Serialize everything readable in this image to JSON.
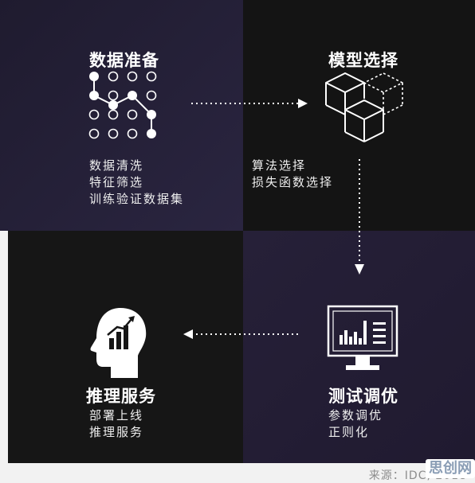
{
  "steps": {
    "data_prep": {
      "title": "数据准备",
      "lines": [
        "数据清洗",
        "特征筛选",
        "训练验证数据集"
      ]
    },
    "model_select": {
      "title": "模型选择",
      "lines": [
        "算法选择",
        "损失函数选择"
      ]
    },
    "test_tune": {
      "title": "测试调优",
      "lines": [
        "参数调优",
        "正则化"
      ]
    },
    "inference": {
      "title": "推理服务",
      "lines": [
        "部署上线",
        "推理服务"
      ]
    }
  },
  "footer": {
    "source": "来源：IDC, 2018",
    "watermark": "思创网"
  },
  "colors": {
    "panel_dark": "#141414",
    "panel_purple": "#231d35",
    "text": "#ffffff"
  }
}
